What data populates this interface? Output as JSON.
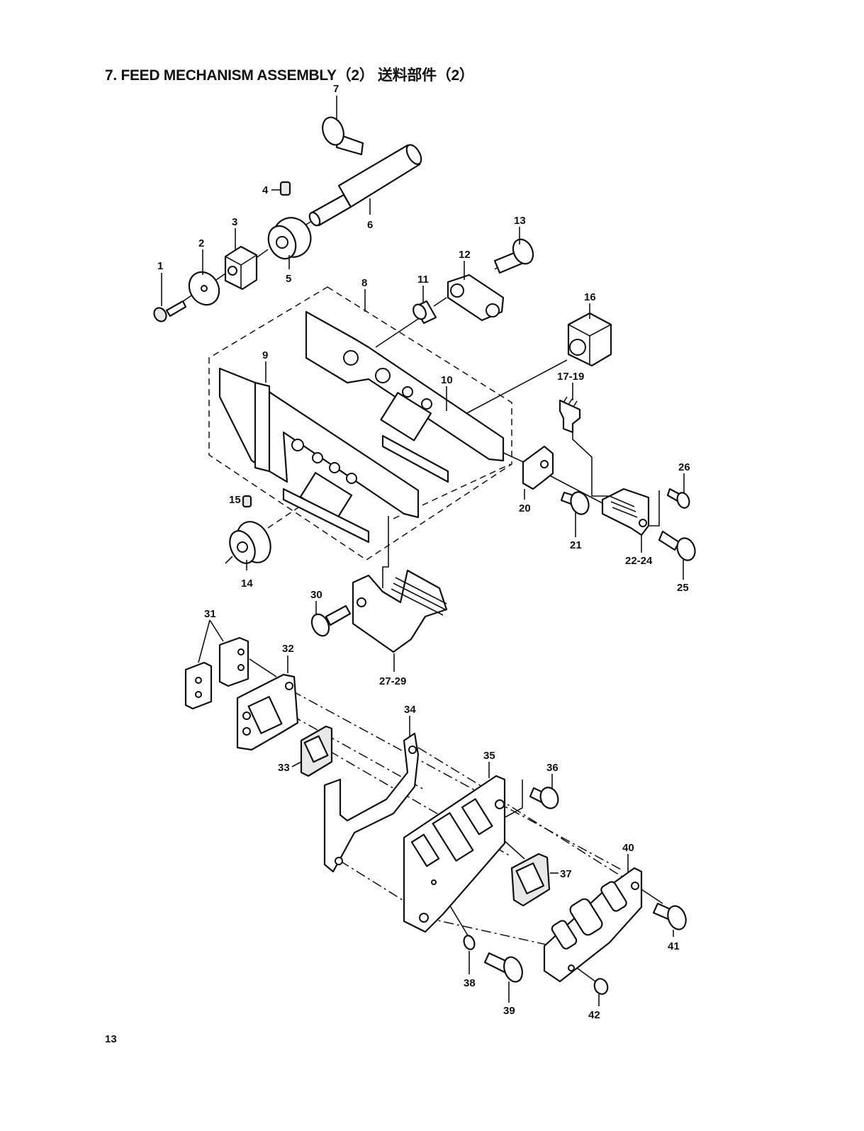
{
  "title": "7. FEED MECHANISM ASSEMBLY（2） 送料部件（2）",
  "page_number": "13",
  "callouts": [
    "1",
    "2",
    "3",
    "4",
    "5",
    "6",
    "7",
    "8",
    "9",
    "10",
    "11",
    "12",
    "13",
    "14",
    "15",
    "16",
    "17-19",
    "20",
    "21",
    "22-24",
    "25",
    "26",
    "27-29",
    "30",
    "31",
    "32",
    "33",
    "34",
    "35",
    "36",
    "37",
    "38",
    "39",
    "40",
    "41",
    "42"
  ]
}
